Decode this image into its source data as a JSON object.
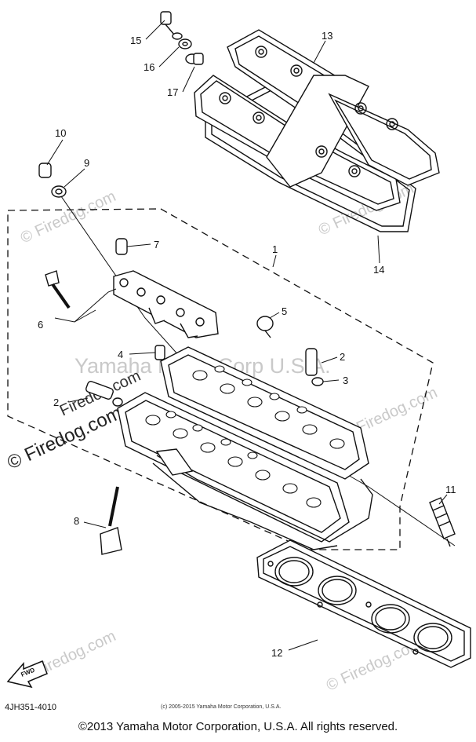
{
  "callouts": [
    {
      "id": "1",
      "label": "1"
    },
    {
      "id": "2a",
      "label": "2"
    },
    {
      "id": "2b",
      "label": "2"
    },
    {
      "id": "3",
      "label": "3"
    },
    {
      "id": "4",
      "label": "4"
    },
    {
      "id": "5",
      "label": "5"
    },
    {
      "id": "6",
      "label": "6"
    },
    {
      "id": "7",
      "label": "7"
    },
    {
      "id": "8",
      "label": "8"
    },
    {
      "id": "9",
      "label": "9"
    },
    {
      "id": "10",
      "label": "10"
    },
    {
      "id": "11",
      "label": "11"
    },
    {
      "id": "12",
      "label": "12"
    },
    {
      "id": "13",
      "label": "13"
    },
    {
      "id": "14",
      "label": "14"
    },
    {
      "id": "15",
      "label": "15"
    },
    {
      "id": "16",
      "label": "16"
    },
    {
      "id": "17",
      "label": "17"
    }
  ],
  "watermarks": {
    "firedog": "© Firedog.com",
    "firedog_short": "Firedog.com",
    "yamaha": "Yamaha Motor Corp U.S.A."
  },
  "fwd_label": "FWD",
  "part_code": "4JH351-4010",
  "small_copyright": "(c) 2005-2015 Yamaha Motor Corporation, U.S.A.",
  "footer_copyright": "©2013 Yamaha Motor Corporation, U.S.A. All rights reserved."
}
